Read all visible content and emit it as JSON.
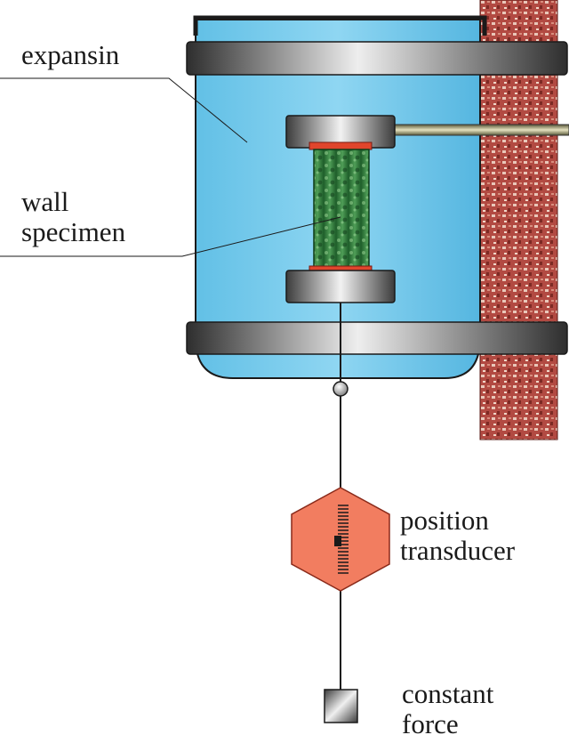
{
  "labels": {
    "expansin": "expansin",
    "wall_specimen": [
      "wall",
      "specimen"
    ],
    "position_transducer": [
      "position",
      "transducer"
    ],
    "constant_force": [
      "constant",
      "force"
    ]
  },
  "colors": {
    "solution_blue": "#6cc8ec",
    "specimen_green": "#2f7d3c",
    "clamp_gray": "#8a8a8a",
    "transducer_red": "#f07a5e",
    "brick_red": "#a8403a",
    "seal_red": "#e0452c"
  }
}
